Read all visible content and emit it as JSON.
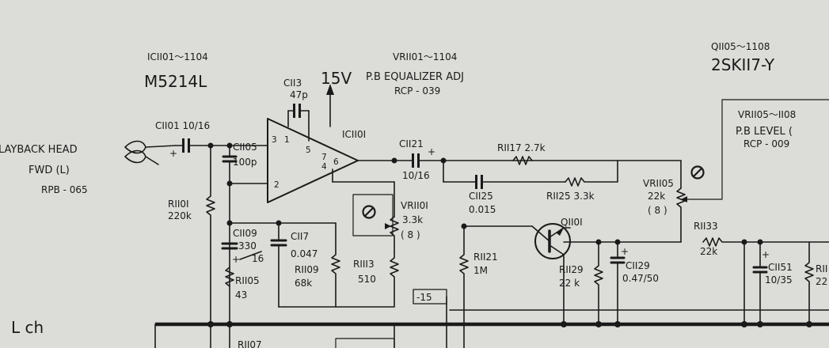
{
  "ic_header": {
    "ref": "ICII01～1104",
    "part": "M5214L"
  },
  "vr_eq": {
    "ref": "VRII01～1104",
    "name": "P.B EQUALIZER ADJ",
    "part": "RCP - 039"
  },
  "q_header": {
    "ref": "QII05～1108",
    "part": "2SKII7-Y"
  },
  "vr_level": {
    "ref": "VRII05～II08",
    "name": "P.B LEVEL (",
    "part": "RCP - 009"
  },
  "supply": "15V",
  "head": {
    "line1": "LAYBACK HEAD",
    "line2": "FWD  (L)",
    "line3": "RPB - 065"
  },
  "channel": "L ch",
  "ic": {
    "ref": "ICII0I",
    "pins": {
      "p3": "3",
      "p1": "1",
      "p5": "5",
      "p7": "7",
      "p4": "4",
      "p6": "6",
      "p2": "2"
    }
  },
  "components": {
    "c1113_ref": "CII3",
    "c1113_val": "47p",
    "c1101": "CII01 10/16",
    "c1101_pol": "+",
    "c1105_ref": "CII05",
    "c1105_val": "100p",
    "c1121_ref": "CII21",
    "c1121_val": "10/16",
    "c1121_pol": "+",
    "r1117": "RII17 2.7k",
    "r1125": "RII25 3.3k",
    "c1125_ref": "CII25",
    "c1125_val": "0.015",
    "r1101_ref": "RII0I",
    "r1101_val": "220k",
    "vr1101_ref": "VRII0I",
    "vr1101_val": "3.3k",
    "vr1101_b": "( 8 )",
    "c1109_ref": "CII09",
    "c1109_val": "330",
    "c1109_rating": "16",
    "c1109_pol": "+",
    "c1117_ref": "CII7",
    "c1117_val": "0.047",
    "r1109_ref": "RII09",
    "r1109_val": "68k",
    "r1113_ref": "RIII3",
    "r1113_val": "510",
    "r1105_ref": "RII05",
    "r1105_val": "43",
    "minus15": "-15",
    "q1101": "QII0I",
    "r1121_ref": "RII21",
    "r1121_val": "1M",
    "r1129_ref": "RII29",
    "r1129_val": "22 k",
    "c1129_ref": "CII29",
    "c1129_val": "0.47/50",
    "c1129_pol": "+",
    "vr1105_ref": "VRII05",
    "vr1105_val": "22k",
    "vr1105_b": "( 8 )",
    "r1133_ref": "RII33",
    "r1133_val": "22k",
    "c1151_ref": "CII51",
    "c1151_val": "10/35",
    "c1151_pol": "+",
    "r_edge_ref": "RII",
    "r_edge_val": "22",
    "r1107": "RII07"
  },
  "icons": [
    "trimmer-adjust-icon",
    "trimmer-adjust-icon",
    "opamp-symbol",
    "transistor-symbol",
    "arrow-up-icon"
  ]
}
